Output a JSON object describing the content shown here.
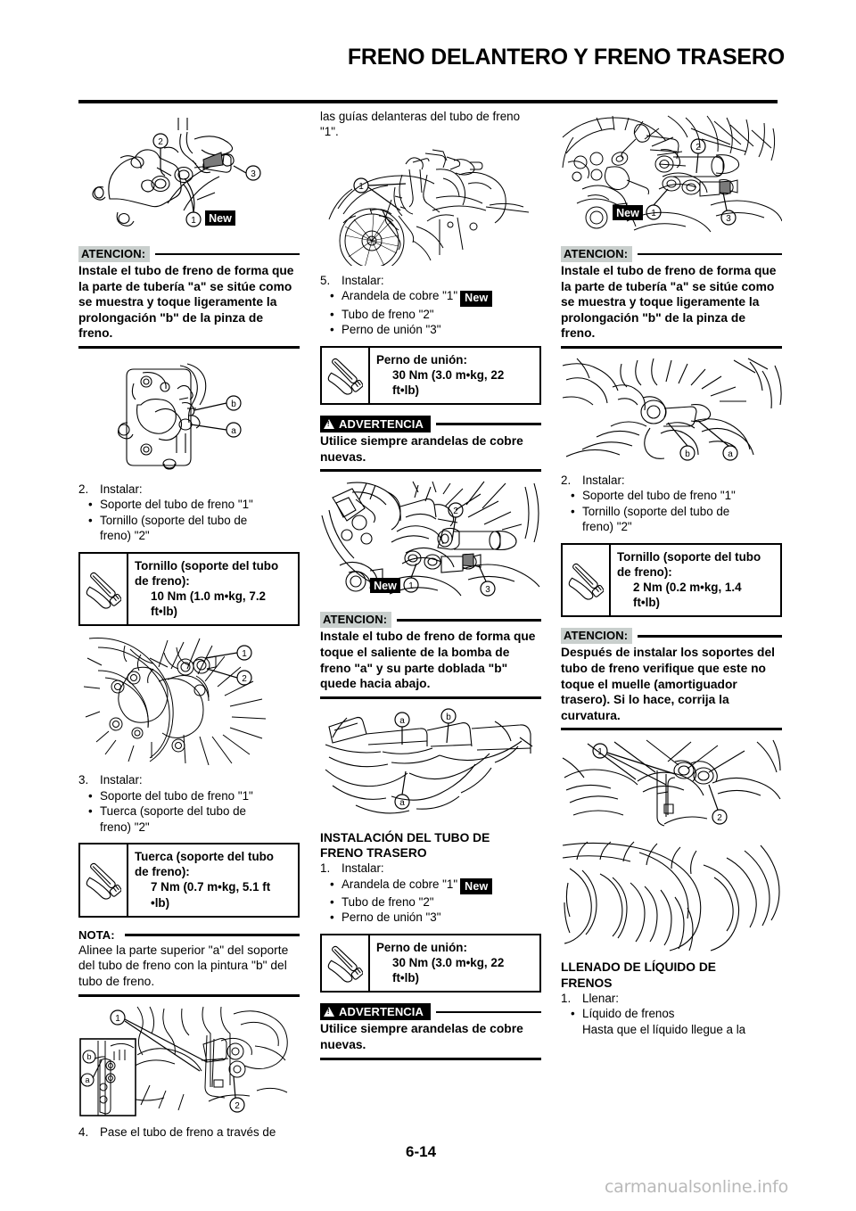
{
  "document": {
    "title": "FRENO DELANTERO Y FRENO TRASERO",
    "page_number": "6-14",
    "watermark": "carmanualsonline.info"
  },
  "labels": {
    "atencion": "ATENCION:",
    "advertencia": "ADVERTENCIA",
    "nota": "NOTA:",
    "new_tag": "New"
  },
  "column1": {
    "fig1": {
      "name": "front-brake-caliper-union-bolt",
      "callouts": [
        "1",
        "2",
        "3"
      ],
      "new_tag": "New"
    },
    "caution1": {
      "label": "ATENCION:",
      "text": "Instale el tubo de freno de forma que la parte de tubería \"a\" se sitúe como se muestra y toque ligeramente la prolongación \"b\" de la pinza de freno."
    },
    "fig2": {
      "name": "brake-caliper-hose-position",
      "callouts": [
        "a",
        "b"
      ]
    },
    "step2": {
      "number": "2.",
      "title": "Instalar:",
      "items": [
        "Soporte del tubo de freno \"1\"",
        "Tornillo (soporte del tubo de",
        "freno) \"2\""
      ]
    },
    "spec1": {
      "name": "Tornillo (soporte del tubo",
      "name2": "de freno):",
      "value": "10 Nm (1.0 m•kg, 7.2",
      "value2": "ft•lb)"
    },
    "fig3": {
      "name": "front-wheel-brake-hose-holder",
      "callouts": [
        "1",
        "2"
      ]
    },
    "step3": {
      "number": "3.",
      "title": "Instalar:",
      "items": [
        "Soporte del tubo de freno \"1\"",
        "Tuerca (soporte del tubo de",
        "freno) \"2\""
      ]
    },
    "spec2": {
      "name": "Tuerca (soporte del tubo",
      "name2": "de freno):",
      "value": "7 Nm (0.7 m•kg, 5.1 ft",
      "value2": "•lb)"
    },
    "note1": {
      "label": "NOTA:",
      "text": "Alinee la parte superior \"a\" del soporte del tubo de freno con la pintura \"b\" del tubo de freno."
    },
    "fig4": {
      "name": "front-fork-brake-hose-holder-detail",
      "callouts": [
        "1",
        "2",
        "a",
        "b"
      ]
    },
    "step4": {
      "number": "4.",
      "text": "Pase el tubo de freno a través de"
    }
  },
  "column2": {
    "continuation": "las guías delanteras del tubo de freno \"1\".",
    "fig5": {
      "name": "motorcycle-front-brake-hose-routing",
      "callouts": [
        "1"
      ]
    },
    "step5": {
      "number": "5.",
      "title": "Instalar:",
      "items": [
        "Arandela de cobre \"1\"",
        "Tubo de freno \"2\"",
        "Perno de unión \"3\""
      ],
      "new_on_item": 0
    },
    "spec3": {
      "name": "Perno de unión:",
      "value": "30 Nm (3.0 m•kg, 22",
      "value2": "ft•lb)"
    },
    "warning1": {
      "label": "ADVERTENCIA",
      "text": "Utilice siempre arandelas de cobre nuevas."
    },
    "fig6": {
      "name": "master-cylinder-brake-hose-union",
      "callouts": [
        "1",
        "3"
      ],
      "new_tag": "New"
    },
    "caution2": {
      "label": "ATENCION:",
      "text": "Instale el tubo de freno de forma que toque el saliente de la bomba de freno \"a\" y su parte doblada \"b\" quede hacia abajo."
    },
    "fig7": {
      "name": "brake-hose-bend-orientation",
      "callouts": [
        "a",
        "b"
      ]
    },
    "section1": {
      "heading_line1": "INSTALACIÓN DEL TUBO DE",
      "heading_line2": "FRENO TRASERO"
    },
    "step1": {
      "number": "1.",
      "title": "Instalar:",
      "items": [
        "Arandela de cobre \"1\"",
        "Tubo de freno \"2\"",
        "Perno de unión \"3\""
      ],
      "new_on_item": 0
    },
    "spec4": {
      "name": "Perno de unión:",
      "value": "30 Nm (3.0 m•kg, 22",
      "value2": "ft•lb)"
    },
    "warning2": {
      "label": "ADVERTENCIA",
      "text": "Utilice siempre arandelas de cobre nuevas."
    }
  },
  "column3": {
    "fig8": {
      "name": "rear-brake-caliper-union-bolt",
      "callouts": [
        "1",
        "2",
        "3"
      ],
      "new_tag": "New"
    },
    "caution3": {
      "label": "ATENCION:",
      "text": "Instale el tubo de freno de forma que la parte de tubería \"a\" se sitúe como se muestra y toque ligeramente la prolongación \"b\" de la pinza de freno."
    },
    "fig9": {
      "name": "rear-caliper-hose-position",
      "callouts": [
        "a",
        "b"
      ]
    },
    "step2": {
      "number": "2.",
      "title": "Instalar:",
      "items": [
        "Soporte del tubo de freno \"1\"",
        "Tornillo (soporte del tubo de",
        "freno) \"2\""
      ]
    },
    "spec5": {
      "name": "Tornillo (soporte del tubo",
      "name2": "de freno):",
      "value": "2 Nm (0.2 m•kg, 1.4",
      "value2": "ft•lb)"
    },
    "caution4": {
      "label": "ATENCION:",
      "text": "Después de instalar los soportes del tubo de freno verifique que este no toque el muelle (amortiguador trasero). Si lo hace, corrija la curvatura."
    },
    "fig10": {
      "name": "rear-swingarm-brake-hose-holders",
      "callouts": [
        "1",
        "2"
      ]
    },
    "fig11": {
      "name": "rear-brake-hose-routing-detail",
      "callouts": []
    },
    "section2": {
      "heading_line1": "LLENADO DE LÍQUIDO DE",
      "heading_line2": "FRENOS"
    },
    "step1": {
      "number": "1.",
      "title": "Llenar:",
      "items": [
        "Líquido de frenos"
      ],
      "continuation": "Hasta que el líquido llegue a la"
    }
  },
  "colors": {
    "caution_bg": "#c9cfcd",
    "warning_bg": "#000000",
    "watermark": "#b9b9b9",
    "line": "#000000"
  }
}
